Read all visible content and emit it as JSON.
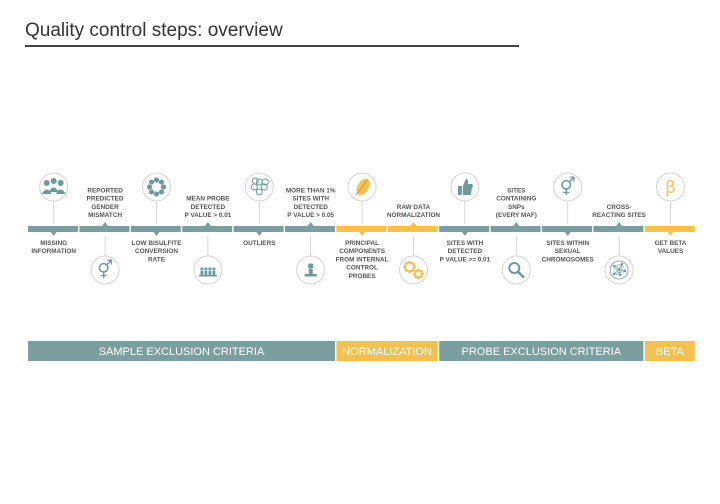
{
  "title": "Quality control steps: overview",
  "colors": {
    "teal": "#7b9e9f",
    "yellow": "#f6c04f",
    "icon_teal": "#6f9a9a",
    "label": "#555555"
  },
  "steps": [
    {
      "id": "missing",
      "pos": "below",
      "color": "teal",
      "icon": "people-icon",
      "lines": [
        "MISSING",
        "INFORMATION"
      ]
    },
    {
      "id": "gender",
      "pos": "above",
      "color": "teal",
      "icon": "gender-icon",
      "lines": [
        "REPORTED",
        "PREDICTED",
        "GENDER",
        "MISMATCH"
      ]
    },
    {
      "id": "bisulfite",
      "pos": "below",
      "color": "teal",
      "icon": "ring-icon",
      "lines": [
        "LOW BISULFITE",
        "CONVERSION",
        "RATE"
      ]
    },
    {
      "id": "meanprobe",
      "pos": "above",
      "color": "teal",
      "icon": "probe-array-icon",
      "lines": [
        "MEAN PROBE",
        "DETECTED",
        "P VALUE > 0.01"
      ]
    },
    {
      "id": "outliers",
      "pos": "below",
      "color": "teal",
      "icon": "cluster-icon",
      "lines": [
        "OUTLIERS"
      ]
    },
    {
      "id": "onepct",
      "pos": "above",
      "color": "teal",
      "icon": "person-pedestal-icon",
      "lines": [
        "MORE THAN 1%",
        "SITES WITH",
        "DETECTED",
        "P VALUE > 0.05"
      ]
    },
    {
      "id": "pca",
      "pos": "below",
      "color": "yellow",
      "icon": "leaf-icon",
      "lines": [
        "PRINCIPAL",
        "COMPONENTS",
        "FROM INTERNAL",
        "CONTROL",
        "PROBES"
      ]
    },
    {
      "id": "rawnorm",
      "pos": "above",
      "color": "yellow",
      "icon": "gears-icon",
      "lines": [
        "RAW DATA",
        "NORMALIZATION"
      ]
    },
    {
      "id": "sitesdet",
      "pos": "below",
      "color": "teal",
      "icon": "thumbs-up-icon",
      "lines": [
        "SITES WITH",
        "DETECTED",
        "P VALUE >= 0.01"
      ]
    },
    {
      "id": "snps",
      "pos": "above",
      "color": "teal",
      "icon": "magnifier-icon",
      "lines": [
        "SITES",
        "CONTAINING",
        "SNPs",
        "(EVERY MAF)"
      ]
    },
    {
      "id": "sexual",
      "pos": "below",
      "color": "teal",
      "icon": "gender-icon",
      "lines": [
        "SITES WITHIN",
        "SEXUAL",
        "CHROMOSOMES"
      ]
    },
    {
      "id": "cross",
      "pos": "above",
      "color": "teal",
      "icon": "network-icon",
      "lines": [
        "CROSS-",
        "REACTING SITES"
      ]
    },
    {
      "id": "beta",
      "pos": "below",
      "color": "yellow",
      "icon": "beta-icon",
      "lines": [
        "GET BETA",
        "VALUES"
      ]
    }
  ],
  "bands": [
    {
      "label": "SAMPLE EXCLUSION CRITERIA",
      "color": "teal",
      "span": 6
    },
    {
      "label": "NORMALIZATION",
      "color": "yellow",
      "span": 2
    },
    {
      "label": "PROBE EXCLUSION CRITERIA",
      "color": "teal",
      "span": 4
    },
    {
      "label": "BETA",
      "color": "yellow",
      "span": 1
    }
  ],
  "icon_glyphs": {
    "gender-icon": "⚥",
    "beta-icon": "β"
  }
}
